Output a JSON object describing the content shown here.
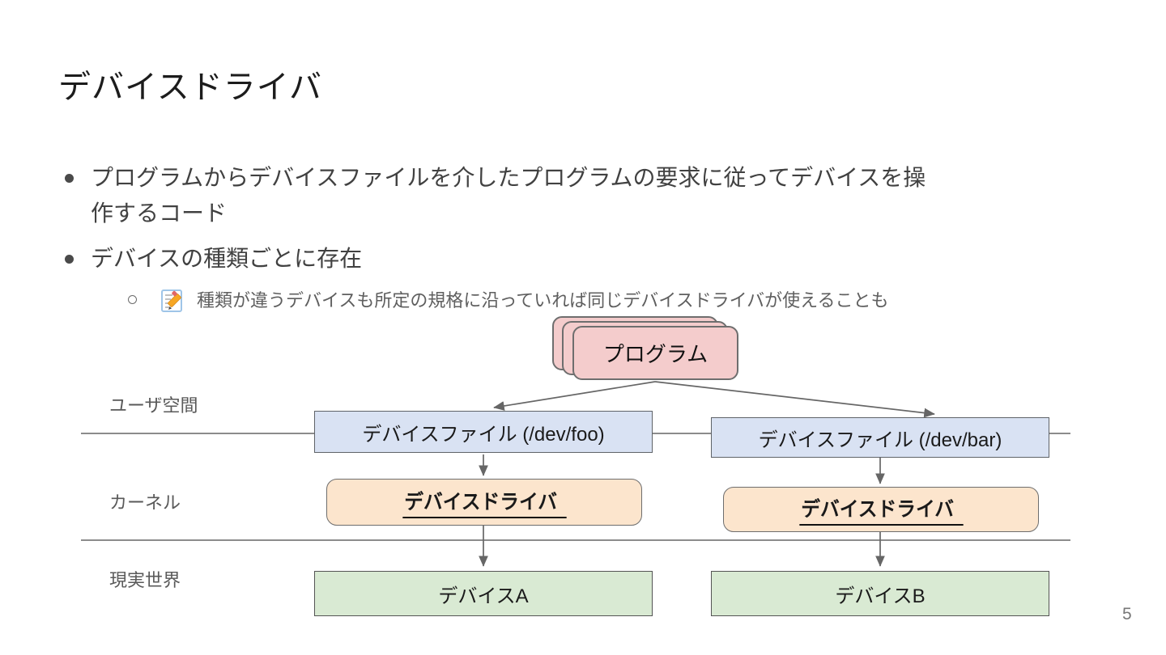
{
  "slide": {
    "title": "デバイスドライバ",
    "page_number": "5",
    "bullets": [
      {
        "level": 1,
        "text": "プログラムからデバイスファイルを介したプログラムの要求に従ってデバイスを操作するコード"
      },
      {
        "level": 1,
        "text": "デバイスの種類ごとに存在"
      },
      {
        "level": 2,
        "icon": "memo-pencil-icon",
        "text": "種類が違うデバイスも所定の規格に沿っていれば同じデバイスドライバが使えることも"
      }
    ]
  },
  "diagram": {
    "program_label": "プログラム",
    "regions": {
      "user_space": "ユーザ空間",
      "kernel": "カーネル",
      "real_world": "現実世界"
    },
    "device_files": [
      {
        "label": "デバイスファイル (/dev/foo)"
      },
      {
        "label": "デバイスファイル (/dev/bar)"
      }
    ],
    "drivers": [
      {
        "label": "デバイスドライバ"
      },
      {
        "label": "デバイスドライバ"
      }
    ],
    "devices": [
      {
        "label": "デバイスA"
      },
      {
        "label": "デバイスB"
      }
    ],
    "colors": {
      "program_fill": "#f4cccc",
      "device_file_fill": "#d9e2f3",
      "driver_fill": "#fce5cd",
      "device_fill": "#d9ead3",
      "border_gray": "#6e6e6e",
      "line_gray": "#666666",
      "label_gray": "#595959"
    }
  }
}
